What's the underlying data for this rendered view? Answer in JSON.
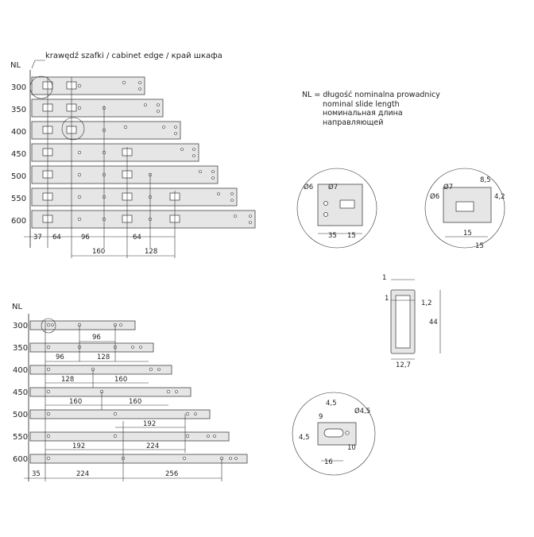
{
  "top_diagram": {
    "edge_label": "krawędź szafki / cabinet edge / край шкафа",
    "nl_label": "NL",
    "rows": [
      "300",
      "350",
      "400",
      "450",
      "500",
      "550",
      "600"
    ],
    "dims_row1": [
      "37",
      "64",
      "96",
      "64"
    ],
    "dims_row2": [
      "160",
      "128"
    ]
  },
  "legend": {
    "line1": "NL = długość nominalna prowadnicy",
    "line2": "nominal slide length",
    "line3": "номинальная длина",
    "line4": "направляющей"
  },
  "detail_a": {
    "d1": "Ø6",
    "d2": "Ø7",
    "w1": "35",
    "w2": "15"
  },
  "detail_b": {
    "d1": "Ø7",
    "d2": "Ø6",
    "h": "8,5",
    "v": "4,2",
    "w1": "15",
    "w2": "15"
  },
  "profile": {
    "top": "1",
    "side": "1",
    "small": "1,2",
    "height": "44",
    "width": "12,7"
  },
  "detail_c": {
    "a": "4,5",
    "b": "Ø4,5",
    "c": "9",
    "d": "4,5",
    "e": "10",
    "f": "16"
  },
  "bottom_diagram": {
    "nl_label": "NL",
    "rows": [
      "300",
      "350",
      "400",
      "450",
      "500",
      "550",
      "600"
    ],
    "d300": "96",
    "d350": [
      "96",
      "128"
    ],
    "d400": [
      "128",
      "160"
    ],
    "d450": [
      "160",
      "160"
    ],
    "d500": "192",
    "d550": [
      "192",
      "224"
    ],
    "d600": [
      "35",
      "224",
      "256"
    ]
  }
}
